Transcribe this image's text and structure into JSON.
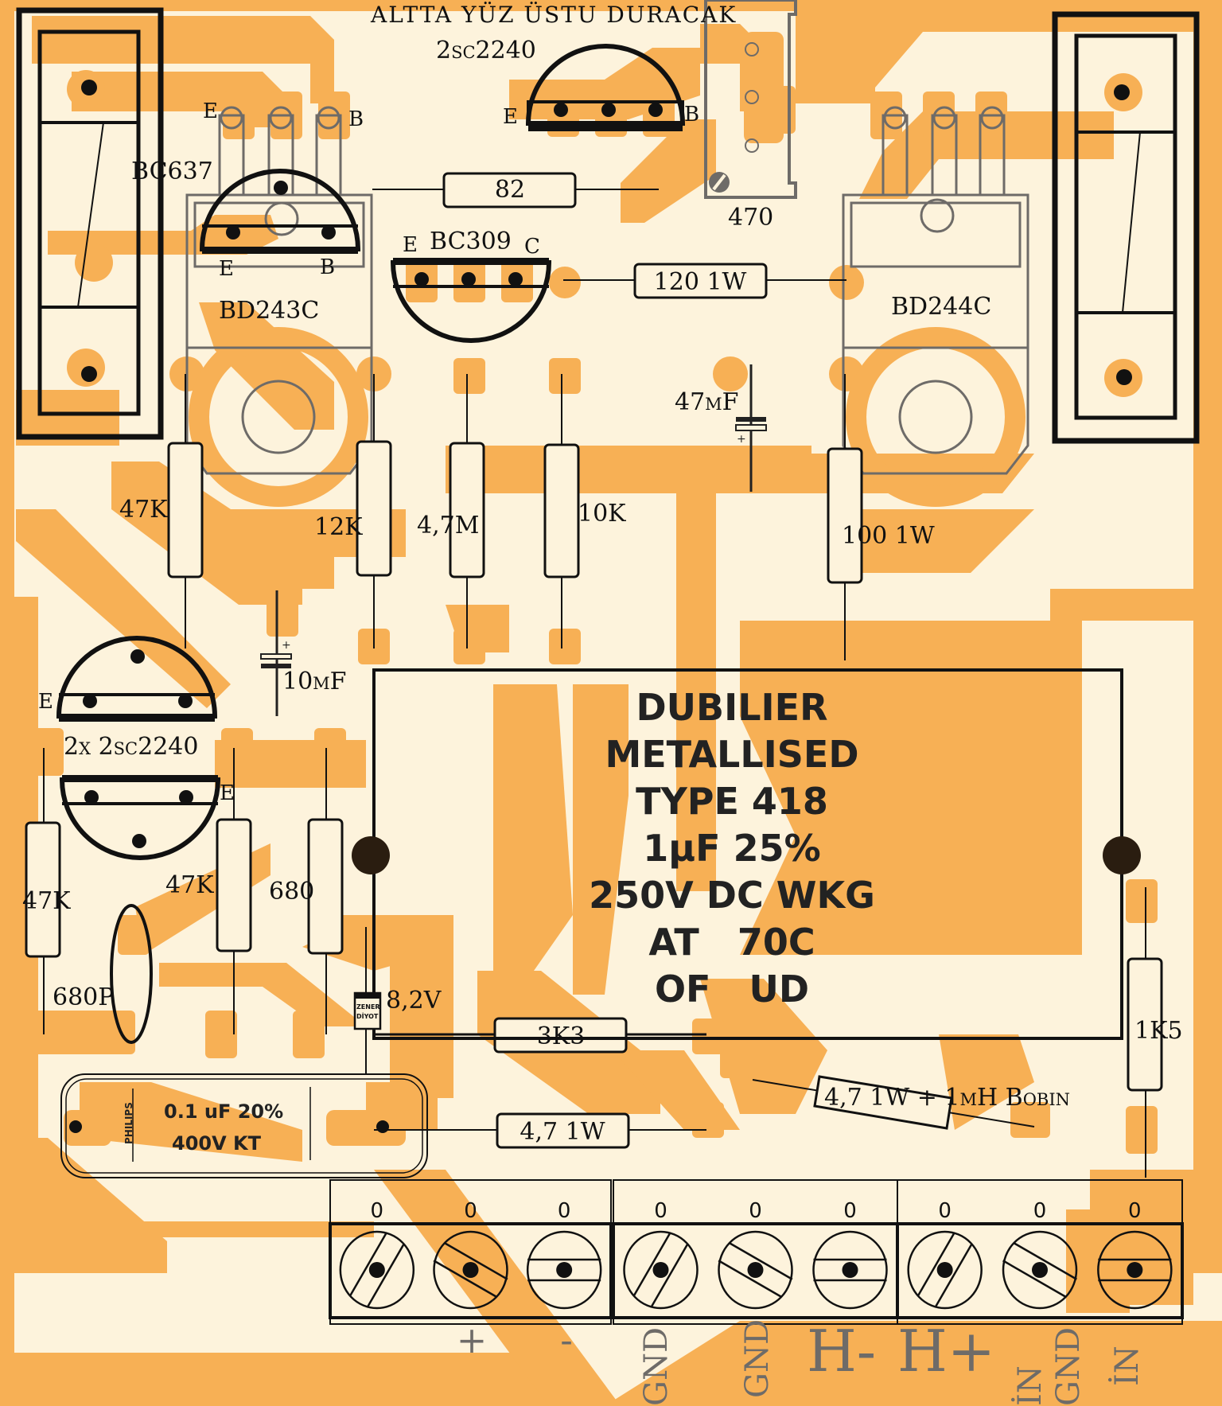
{
  "board": {
    "title_note": "ALTTA YÜZ ÜSTU DURACAK",
    "colors": {
      "background": "#fdf3dc",
      "copper": "#f7b055",
      "silkscreen": "#111111",
      "footprint": "#6e6b68",
      "terminal_text": "#6e6b68"
    }
  },
  "transistors": {
    "top_2sc2240": {
      "label": "2sc2240",
      "pin_e": "E",
      "pin_b": "B"
    },
    "bc637": {
      "label": "BC637",
      "pin_e": "E",
      "pin_b": "B"
    },
    "bd243c": {
      "label": "BD243C",
      "pin_e": "E",
      "pin_b": "B"
    },
    "bc309": {
      "label": "BC309",
      "pin_e": "E",
      "pin_c": "C"
    },
    "bd244c": {
      "label": "BD244C"
    },
    "pair_2sc2240": {
      "label": "2x 2sc2240",
      "pin_e_top": "E",
      "pin_e_bottom": "E"
    }
  },
  "resistors": {
    "r82": "82",
    "r120": "120 1W",
    "r47k_top": "47K",
    "r12k": "12K",
    "r4_7m": "4,7M",
    "r10k": "10K",
    "r100": "100 1W",
    "r47k_left": "47K",
    "r47k_mid": "47K",
    "r680": "680",
    "r3k3": "3K3",
    "r4_7_1w": "4,7 1W",
    "r4_7_bobin": "4,7 1W + 1µH Bobin",
    "r1k5": "1K5"
  },
  "trimmer": {
    "label": "470"
  },
  "capacitors": {
    "c47u": "47µF",
    "c10u": "10µF",
    "c680p": "680P",
    "dubilier": {
      "lines": [
        "DUBILIER",
        "METALLISED",
        "TYPE 418",
        "1µF 25%",
        "250V DC WKG",
        "AT   70C",
        "OF   UD"
      ]
    },
    "philips": {
      "brand": "PHILIPS",
      "line1": "0.1   uF 20%",
      "line2": "400V     KT"
    }
  },
  "zener": {
    "body_line1": "ZENER",
    "body_line2": "DİYOT",
    "label": "8,2V"
  },
  "terminals": {
    "pin_marks": [
      "0",
      "0",
      "0",
      "0",
      "0",
      "0",
      "0",
      "0",
      "0"
    ],
    "labels": {
      "plus": "+",
      "minus": "-",
      "gnd1": "GND",
      "gnd2": "GND",
      "h_minus": "H-",
      "h_plus": "H+",
      "in_left": "İN",
      "gnd3": "GND",
      "in_right": "İN"
    }
  }
}
